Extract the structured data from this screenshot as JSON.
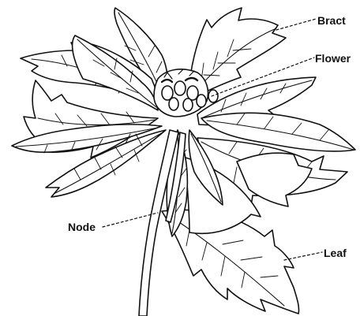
{
  "labels": {
    "bract": "Bract",
    "flower": "Flower",
    "node": "Node",
    "leaf": "Leaf"
  },
  "colors": {
    "ink": "#111111",
    "background": "#ffffff"
  }
}
